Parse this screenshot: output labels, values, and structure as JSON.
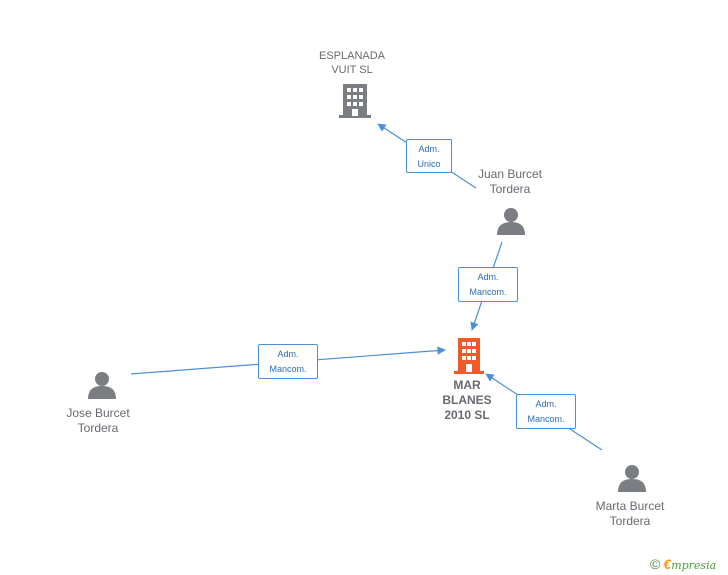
{
  "colors": {
    "edge": "#4a90d9",
    "person": "#7a7e82",
    "company": "#7a7e82",
    "focus_company": "#f05a28",
    "label_text": "#666a70",
    "brand_green": "#4a9a3c",
    "brand_orange": "#f39a1c"
  },
  "nodes": {
    "esplanada": {
      "name": "ESPLANADA\nVUIT SL",
      "type": "company",
      "icon": "building-icon"
    },
    "juan": {
      "name": "Juan Burcet\nTordera",
      "type": "person",
      "icon": "person-icon"
    },
    "mar_blanes": {
      "name": "MAR\nBLANES\n2010 SL",
      "type": "focus-company",
      "icon": "building-icon"
    },
    "jose": {
      "name": "Jose Burcet\nTordera",
      "type": "person",
      "icon": "person-icon"
    },
    "marta": {
      "name": "Marta Burcet\nTordera",
      "type": "person",
      "icon": "person-icon"
    }
  },
  "edges": [
    {
      "from": "juan",
      "to": "esplanada",
      "line1": "Adm.",
      "line2": "Unico"
    },
    {
      "from": "juan",
      "to": "mar_blanes",
      "line1": "Adm.",
      "line2": "Mancom."
    },
    {
      "from": "jose",
      "to": "mar_blanes",
      "line1": "Adm.",
      "line2": "Mancom."
    },
    {
      "from": "marta",
      "to": "mar_blanes",
      "line1": "Adm.",
      "line2": "Mancom."
    }
  ],
  "footer": {
    "copyright_symbol": "©",
    "brand_initial": "€",
    "brand_rest": "mpresia"
  }
}
